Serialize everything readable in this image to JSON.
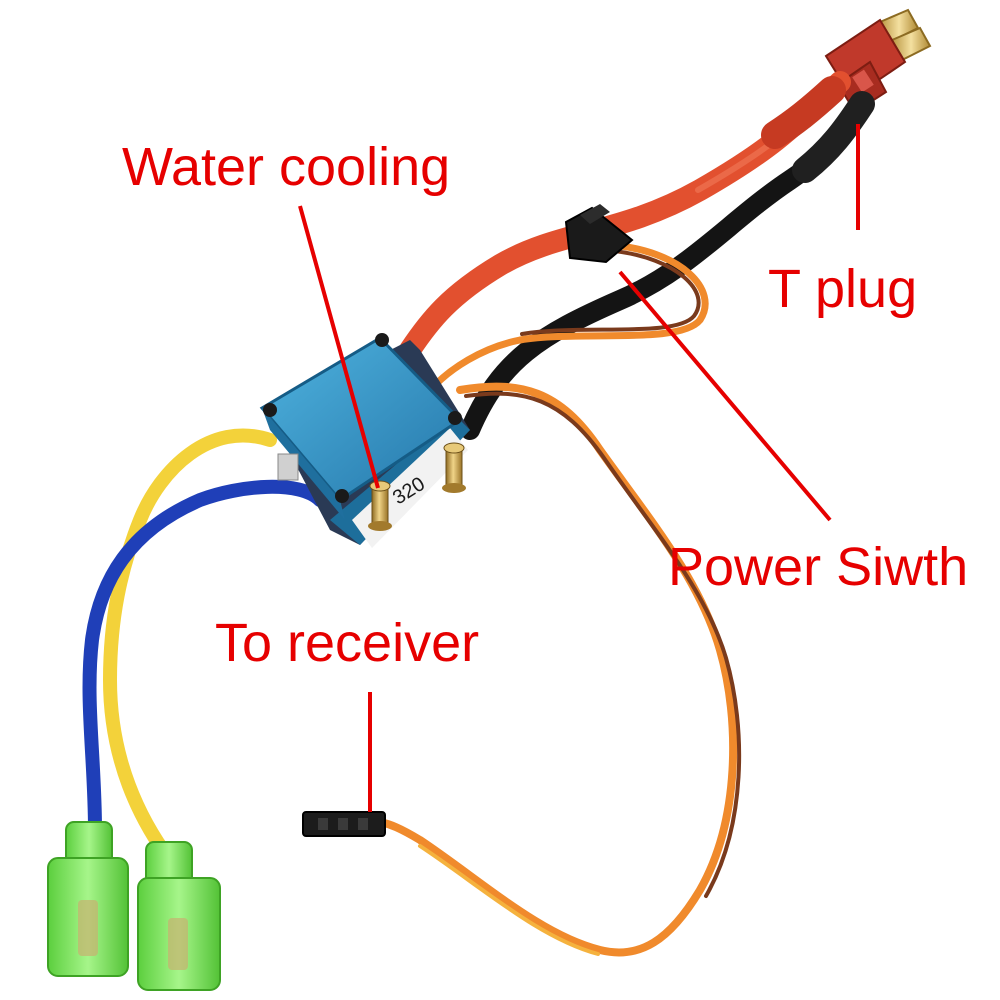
{
  "annotations": {
    "water_cooling": "Water cooling",
    "t_plug": "T plug",
    "power_switch": "Power Siwth",
    "to_receiver": "To receiver"
  },
  "device": {
    "case_marking": "320"
  },
  "colors": {
    "annotation_text": "#e60000",
    "leader_line": "#e60000",
    "esc_case": "#2f93c8",
    "power_wire_red": "#e2502f",
    "power_wire_black": "#141414",
    "motor_wire_yellow": "#f3d23a",
    "motor_wire_blue": "#1f3fb8",
    "connector_green": "#7ee85f",
    "signal_wire_orange": "#f08a2c",
    "signal_wire_brown": "#7a3a1c",
    "brass_fitting": "#c9a44a",
    "t_plug_body": "#c0392b"
  }
}
